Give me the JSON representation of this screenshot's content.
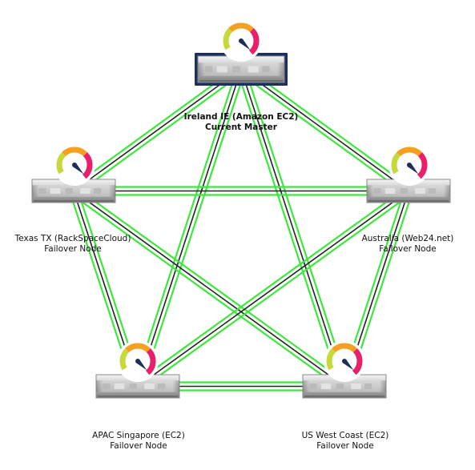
{
  "colors": {
    "link_green": "#3ce83c",
    "link_dark": "#1a2a1a",
    "gauge_yellow": "#c7d93a",
    "gauge_orange": "#f5a020",
    "gauge_red": "#e8206a",
    "needle": "#1c2e5a",
    "master_frame": "#1d2f5e"
  },
  "nodes": [
    {
      "id": "ireland",
      "name": "Ireland IE (Amazon EC2)",
      "role": "Current Master",
      "is_master": true
    },
    {
      "id": "texas",
      "name": "Texas TX (RackSpaceCloud)",
      "role": "Failover Node",
      "is_master": false
    },
    {
      "id": "australia",
      "name": "Australia (Web24.net)",
      "role": "Failover Node",
      "is_master": false
    },
    {
      "id": "apac",
      "name": "APAC Singapore (EC2)",
      "role": "Failover Node",
      "is_master": false
    },
    {
      "id": "uswest",
      "name": "US West Coast (EC2)",
      "role": "Failover Node",
      "is_master": false
    }
  ],
  "links": [
    [
      "ireland",
      "texas"
    ],
    [
      "ireland",
      "australia"
    ],
    [
      "ireland",
      "apac"
    ],
    [
      "ireland",
      "uswest"
    ],
    [
      "texas",
      "australia"
    ],
    [
      "texas",
      "apac"
    ],
    [
      "texas",
      "uswest"
    ],
    [
      "australia",
      "apac"
    ],
    [
      "australia",
      "uswest"
    ],
    [
      "apac",
      "uswest"
    ]
  ]
}
